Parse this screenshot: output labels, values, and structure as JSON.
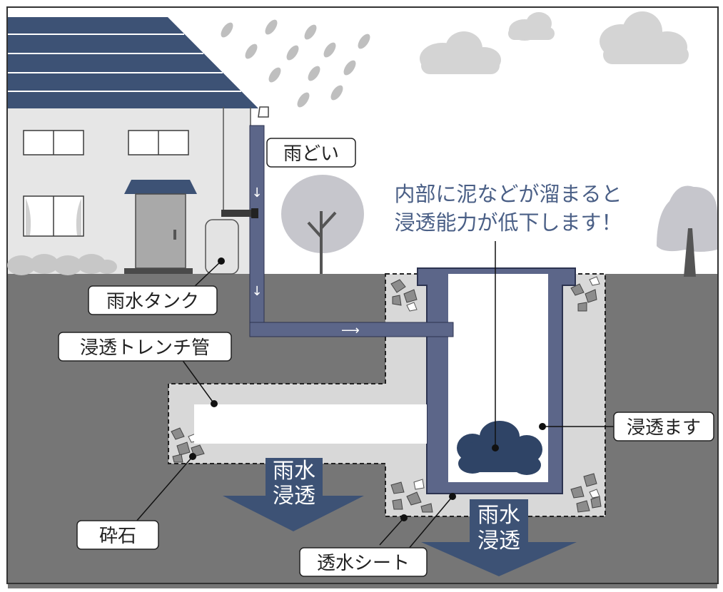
{
  "labels": {
    "downspout": "雨どい",
    "rain_tank": "雨水タンク",
    "trench_pipe": "浸透トレンチ管",
    "infiltration_basin": "浸透ます",
    "gravel": "砕石",
    "permeable_sheet": "透水シート"
  },
  "callout": {
    "line1": "内部に泥などが溜まると",
    "line2": "浸透能力が低下します！"
  },
  "flow_arrows": {
    "left_line1": "雨水",
    "left_line2": "浸透",
    "right_line1": "雨水",
    "right_line2": "浸透"
  },
  "flow_markers": {
    "down1": "↓",
    "down2": "↓",
    "right": "⟶"
  },
  "colors": {
    "sky": "#ffffff",
    "ground": "#767676",
    "pipe": "#5c6689",
    "roof": "#3d5275",
    "gravel_bed": "#d8d8d8",
    "mud": "#2f4466",
    "callout_text": "#4a5f86",
    "tree": "#c6c6cc"
  }
}
